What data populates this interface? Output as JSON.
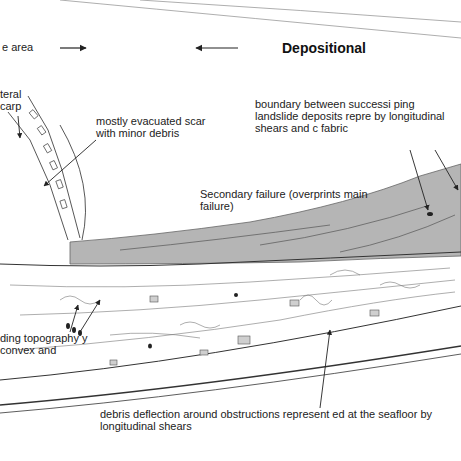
{
  "diagram": {
    "labels": [
      "e area",
      "Depositional",
      "teral carp",
      "mostly evacuated scar with minor debris",
      "boundary between successi ping landslide deposits repre by longitudinal shears and c fabric",
      "Secondary failure (overprints main failure)",
      "ding topography y convex and",
      "debris deflection around obstructions represent ed at the seafloor by longitudinal shears"
    ]
  }
}
